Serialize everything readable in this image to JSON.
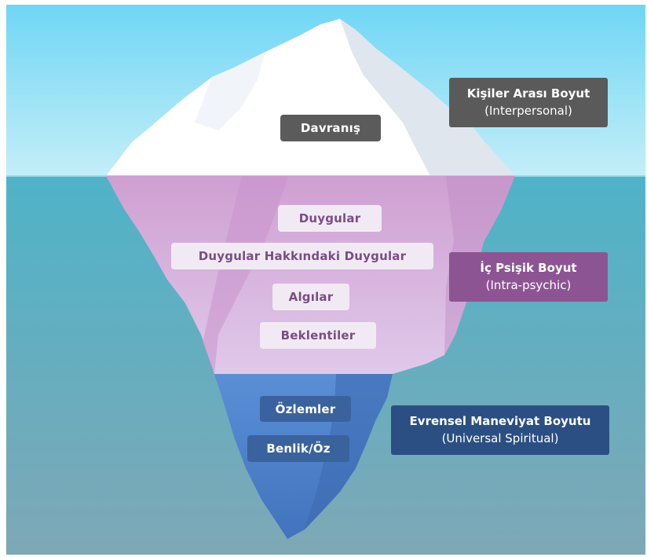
{
  "colors": {
    "sky_top": "#6fd6f5",
    "sky_bottom": "#c4eef8",
    "water_top": "#4fb3c8",
    "water_bottom": "#7ea8b6",
    "ice": "#ffffff",
    "ice_shadow": "#d9e3ec",
    "middle_layer": "#d3a8d6",
    "bottom_layer": "#4b7fc9"
  },
  "layers": {
    "top": {
      "labels": [
        "Davranış"
      ]
    },
    "middle": {
      "labels": [
        "Duygular",
        "Duygular Hakkındaki Duygular",
        "Algılar",
        "Beklentiler"
      ]
    },
    "bottom": {
      "labels": [
        "Özlemler",
        "Benlik/Öz"
      ]
    }
  },
  "dimensions": [
    {
      "title": "Kişiler Arası Boyut",
      "subtitle": "(Interpersonal)"
    },
    {
      "title": "İç Psişik Boyut",
      "subtitle": "(Intra-psychic)"
    },
    {
      "title": "Evrensel Maneviyat Boyutu",
      "subtitle": "(Universal Spiritual)"
    }
  ]
}
